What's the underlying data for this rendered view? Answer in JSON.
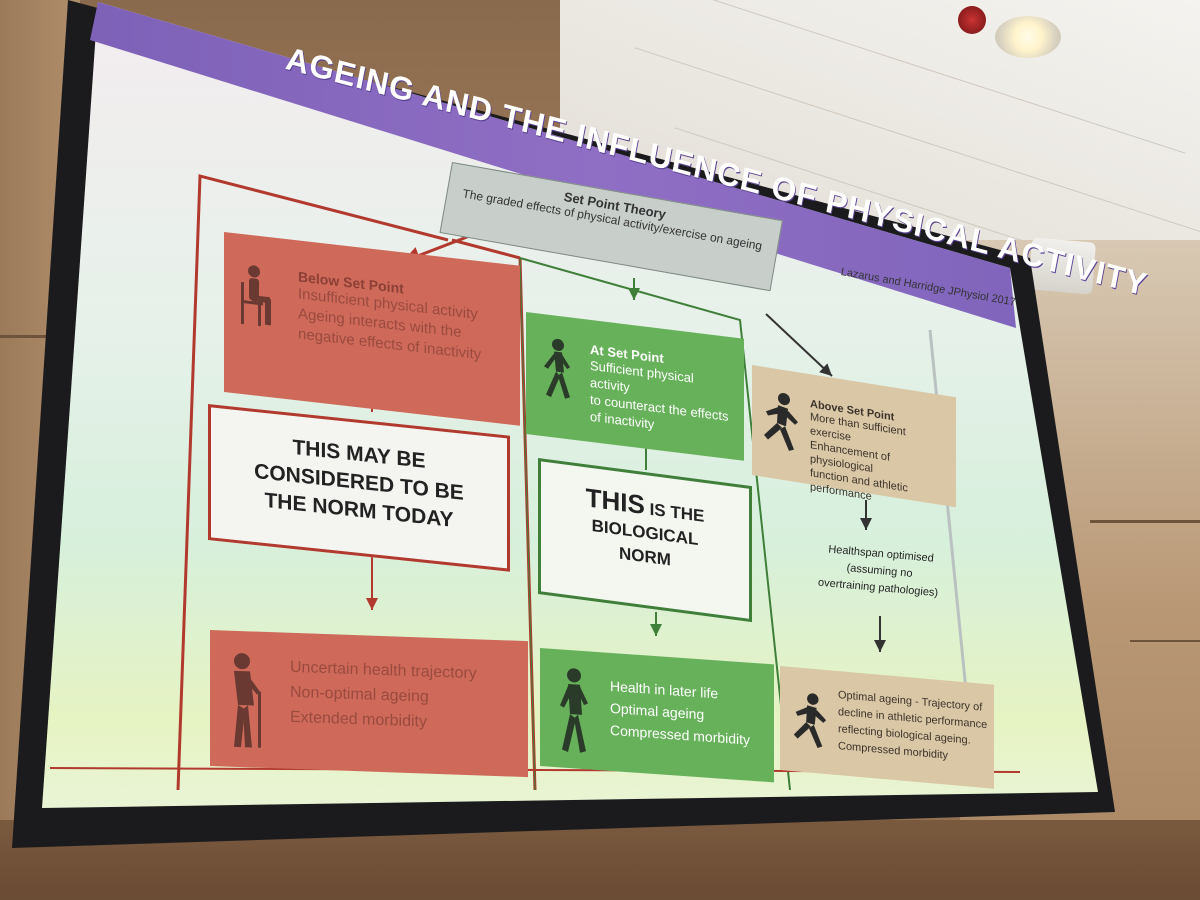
{
  "slide": {
    "title": "AGEING AND THE INFLUENCE OF PHYSICAL ACTIVITY",
    "citation": "Lazarus and Harridge JPhysiol 2017",
    "set_point": {
      "title": "Set Point Theory",
      "subtitle": "The graded effects of physical activity/exercise on ageing"
    },
    "below": {
      "heading": "Below Set Point",
      "lines": [
        "Insufficient physical activity",
        "Ageing interacts with the",
        "negative effects of inactivity"
      ]
    },
    "at": {
      "heading": "At Set Point",
      "lines": [
        "Sufficient physical activity",
        "to counteract the effects",
        "of inactivity"
      ]
    },
    "above": {
      "heading": "Above Set Point",
      "lines": [
        "More than sufficient exercise",
        "Enhancement of physiological",
        "function and athletic",
        "performance"
      ]
    },
    "norm_today": [
      "THIS MAY BE",
      "CONSIDERED TO BE",
      "THE NORM TODAY"
    ],
    "bio_norm": {
      "big": "THIS",
      "rest1": " IS THE",
      "line2": "BIOLOGICAL",
      "line3": "NORM"
    },
    "healthspan": [
      "Healthspan optimised",
      "(assuming no",
      "overtraining pathologies)"
    ],
    "outcome_red": [
      "Uncertain health trajectory",
      "Non-optimal ageing",
      "Extended morbidity"
    ],
    "outcome_green": [
      "Health in later life",
      "Optimal ageing",
      "Compressed morbidity"
    ],
    "outcome_tan": [
      "Optimal ageing - Trajectory of",
      "decline in athletic performance",
      "reflecting biological ageing.",
      "Compressed morbidity"
    ]
  },
  "colors": {
    "title_band": "#8f6fc4",
    "red_box": "#cf6a5a",
    "green_box": "#68b15b",
    "tan_box": "#d9c7a6",
    "red_line": "#b2392e",
    "green_line": "#3f7f3a"
  },
  "icons": [
    "seated-person-icon",
    "walking-person-icon",
    "running-person-icon",
    "elderly-cane-person-icon"
  ]
}
